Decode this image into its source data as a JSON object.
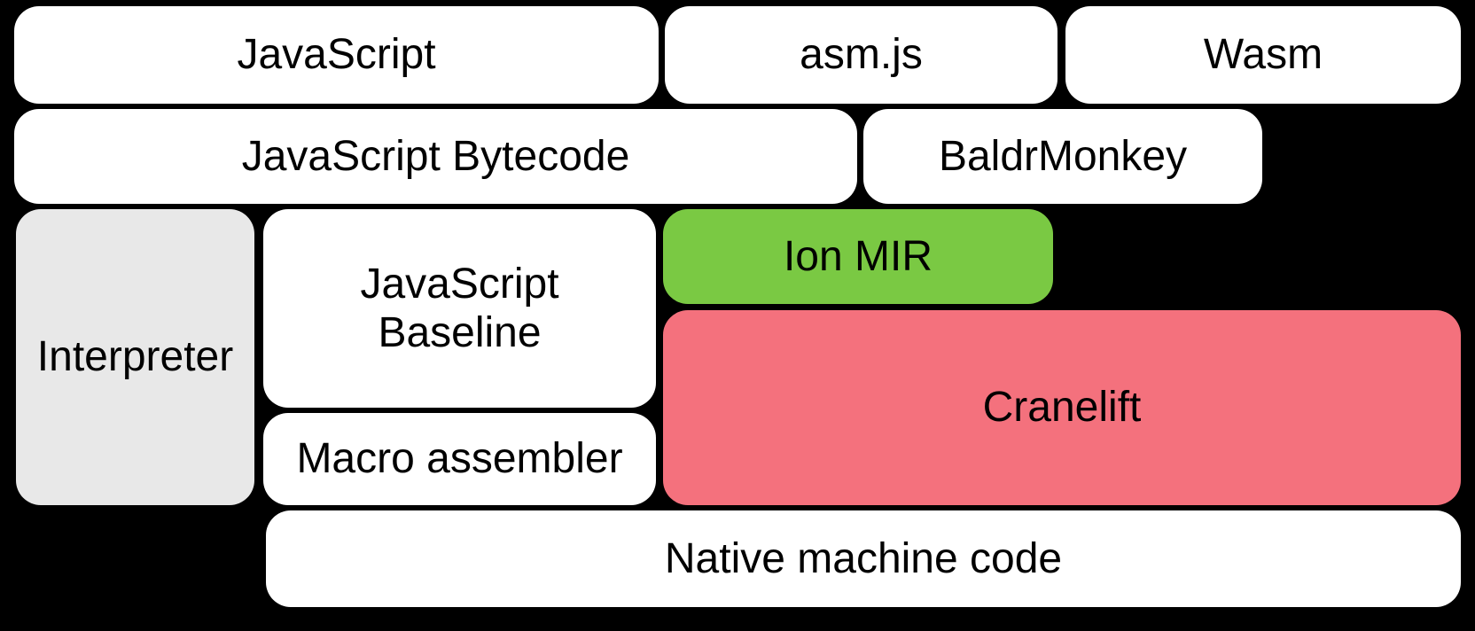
{
  "colors": {
    "background": "#000000",
    "box_white": "#ffffff",
    "interpreter_gray": "#e8e8e8",
    "ion_mir_green": "#7ac943",
    "cranelift_pink": "#f4717d",
    "text": "#000000"
  },
  "boxes": [
    {
      "id": "javascript",
      "label": "JavaScript",
      "fill": "#ffffff"
    },
    {
      "id": "asm-js",
      "label": "asm.js",
      "fill": "#ffffff"
    },
    {
      "id": "wasm",
      "label": "Wasm",
      "fill": "#ffffff"
    },
    {
      "id": "javascript-bytecode",
      "label": "JavaScript Bytecode",
      "fill": "#ffffff"
    },
    {
      "id": "baldrmonkey",
      "label": "BaldrMonkey",
      "fill": "#ffffff"
    },
    {
      "id": "interpreter",
      "label": "Interpreter",
      "fill": "#e8e8e8"
    },
    {
      "id": "javascript-baseline",
      "label": "JavaScript\nBaseline",
      "fill": "#ffffff"
    },
    {
      "id": "ion-mir",
      "label": "Ion MIR",
      "fill": "#7ac943"
    },
    {
      "id": "macro-assembler",
      "label": "Macro assembler",
      "fill": "#ffffff"
    },
    {
      "id": "cranelift",
      "label": "Cranelift",
      "fill": "#f4717d"
    },
    {
      "id": "native-machine-code",
      "label": "Native machine code",
      "fill": "#ffffff"
    }
  ]
}
